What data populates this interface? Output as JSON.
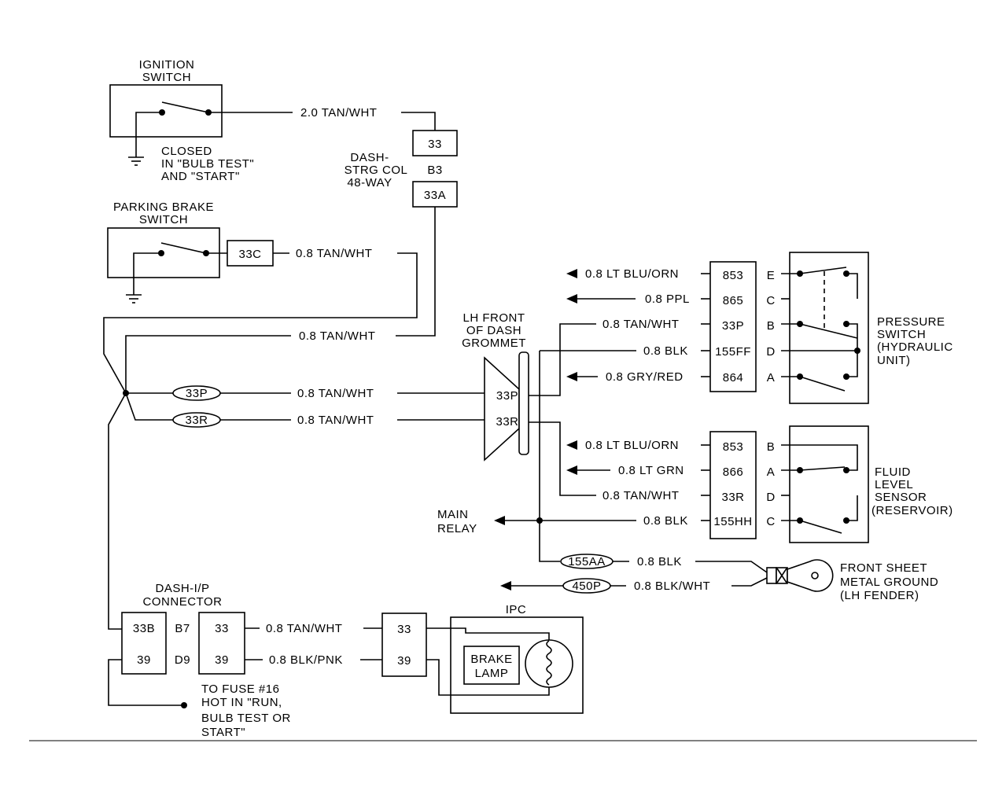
{
  "ignition_switch": {
    "title1": "IGNITION",
    "title2": "SWITCH",
    "note1": "CLOSED",
    "note2": "IN \"BULB TEST\"",
    "note3": "AND \"START\""
  },
  "parking_brake_switch": {
    "title1": "PARKING BRAKE",
    "title2": "SWITCH"
  },
  "dash_strg_col": {
    "line1": "DASH-",
    "line2": "STRG COL",
    "line3": "48-WAY",
    "cavity": "B3",
    "top_term": "33",
    "bottom_term": "33A"
  },
  "wires": {
    "w_20_tanwht": "2.0 TAN/WHT",
    "w_33c": "33C",
    "w_33c_wire": "0.8 TAN/WHT",
    "w_33a_wire": "0.8 TAN/WHT",
    "w_33p_wire": "0.8 TAN/WHT",
    "w_33r_wire": "0.8 TAN/WHT",
    "splice_33p": "33P",
    "splice_33r": "33R"
  },
  "grommet": {
    "line1": "LH FRONT",
    "line2": "OF DASH",
    "line3": "GROMMET",
    "t1": "33P",
    "t2": "33R"
  },
  "pressure_switch": {
    "label1": "PRESSURE",
    "label2": "SWITCH",
    "label3": "(HYDRAULIC",
    "label4": "UNIT)",
    "rows": [
      {
        "wire": "0.8 LT BLU/ORN",
        "circuit": "853",
        "pin": "E"
      },
      {
        "wire": "0.8 PPL",
        "circuit": "865",
        "pin": "C"
      },
      {
        "wire": "0.8 TAN/WHT",
        "circuit": "33P",
        "pin": "B"
      },
      {
        "wire": "0.8 BLK",
        "circuit": "155FF",
        "pin": "D"
      },
      {
        "wire": "0.8 GRY/RED",
        "circuit": "864",
        "pin": "A"
      }
    ]
  },
  "fluid_level_sensor": {
    "label1": "FLUID",
    "label2": "LEVEL",
    "label3": "SENSOR",
    "label4": "(RESERVOIR)",
    "rows": [
      {
        "wire": "0.8 LT BLU/ORN",
        "circuit": "853",
        "pin": "B"
      },
      {
        "wire": "0.8 LT GRN",
        "circuit": "866",
        "pin": "A"
      },
      {
        "wire": "0.8 TAN/WHT",
        "circuit": "33R",
        "pin": "D"
      },
      {
        "wire": "0.8 BLK",
        "circuit": "155HH",
        "pin": "C"
      }
    ]
  },
  "main_relay": {
    "line1": "MAIN",
    "line2": "RELAY"
  },
  "ground": {
    "splice_a": "155AA",
    "wire_a": "0.8 BLK",
    "splice_b": "450P",
    "wire_b": "0.8 BLK/WHT",
    "label1": "FRONT SHEET",
    "label2": "METAL GROUND",
    "label3": "(LH FENDER)"
  },
  "dash_ip": {
    "line1": "DASH-I/P",
    "line2": "CONNECTOR",
    "left_top": "33B",
    "left_bottom": "39",
    "cav_top": "B7",
    "cav_bottom": "D9",
    "right_top": "33",
    "right_bottom": "39",
    "wire_top": "0.8 TAN/WHT",
    "wire_bottom": "0.8 BLK/PNK",
    "ipc_top": "33",
    "ipc_bottom": "39"
  },
  "ipc": {
    "title": "IPC",
    "lamp1": "BRAKE",
    "lamp2": "LAMP"
  },
  "fuse_note": {
    "line1": "TO FUSE #16",
    "line2": "HOT IN \"RUN,",
    "line3": "BULB TEST OR",
    "line4": "START\""
  }
}
